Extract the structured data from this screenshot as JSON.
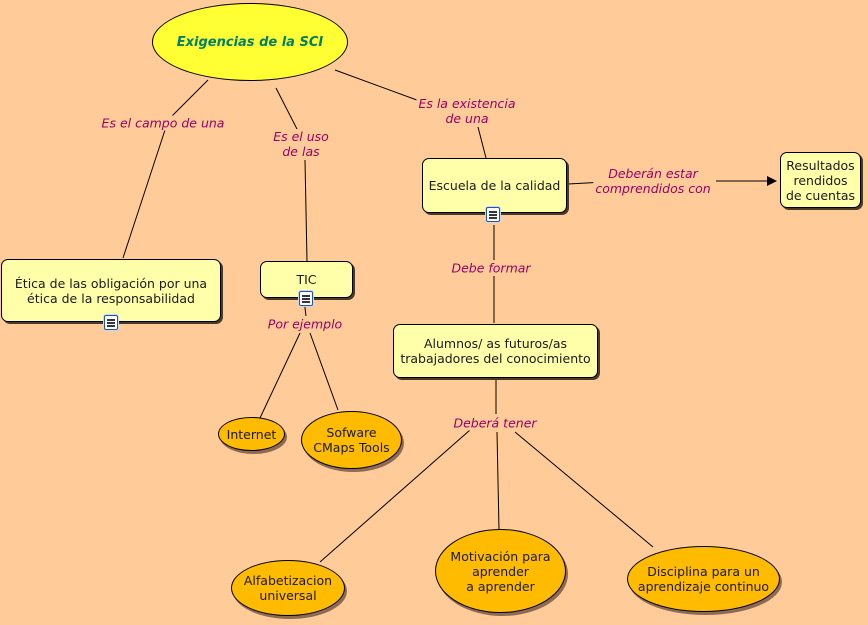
{
  "colors": {
    "background": "#ffcc99",
    "root_fill": "#ffff33",
    "root_text": "#008066",
    "rect_fill": "#ffffaa",
    "oval_fill": "#ffbb00",
    "link_text": "#990066"
  },
  "nodes": {
    "root": "Exigencias de la SCI",
    "etica": "Ética de las obligación por una\nética de la responsabilidad",
    "tic": "TIC",
    "escuela": "Escuela de la calidad",
    "resultados": "Resultados\nrendidos\nde cuentas",
    "alumnos": "Alumnos/ as futuros/as\ntrabajadores del conocimiento",
    "internet": "Internet",
    "cmaps": "Sofware\nCMaps Tools",
    "alfabetizacion": "Alfabetizacion\nuniversal",
    "motivacion": "Motivación para\naprender\na aprender",
    "disciplina": "Disciplina para un\naprendizaje continuo"
  },
  "links": {
    "campo": "Es el campo de una",
    "uso": "Es el uso\nde las",
    "existencia": "Es la existencia\nde una",
    "deberan": "Deberán estar\ncomprendidos con",
    "debe_formar": "Debe formar",
    "por_ejemplo": "Por ejemplo",
    "debera_tener": "Deberá tener"
  },
  "icons": [
    "document-icon",
    "document-icon",
    "document-icon"
  ]
}
